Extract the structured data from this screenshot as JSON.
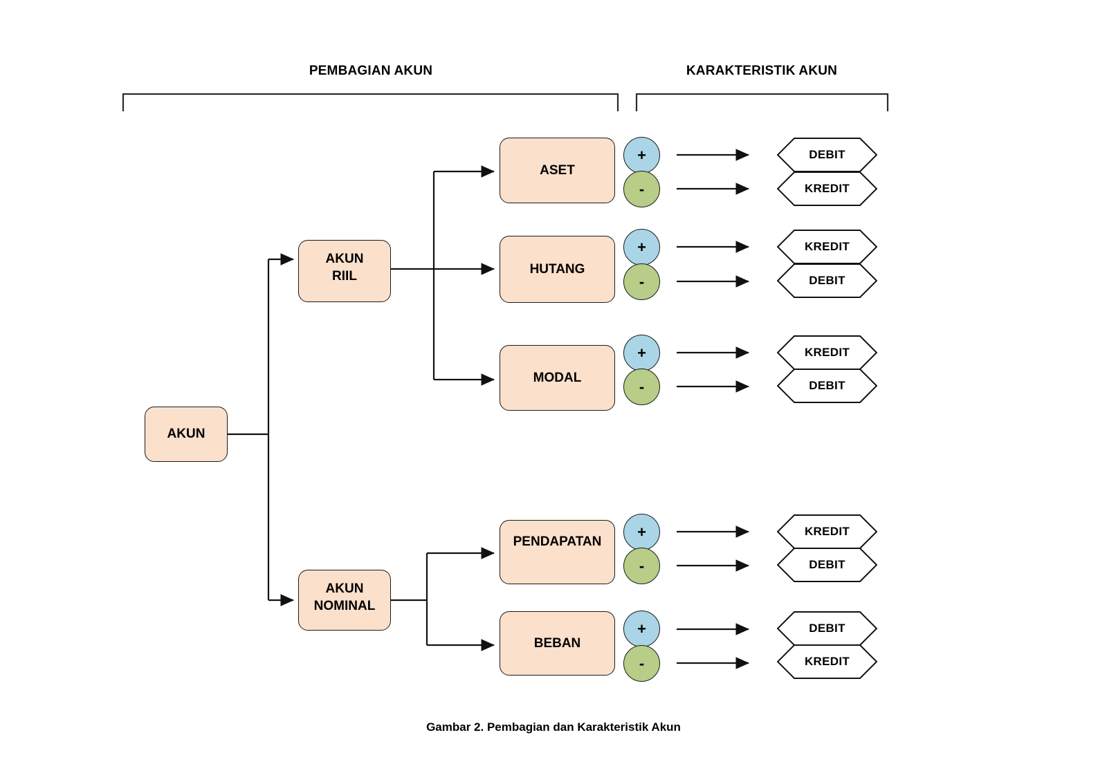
{
  "figure": {
    "caption": "Gambar 2. Pembagian dan Karakteristik Akun",
    "colors": {
      "node_fill": "#fbe0cc",
      "plus_fill": "#a9d5e6",
      "minus_fill": "#b7cd88",
      "hex_fill": "#ffffff",
      "stroke": "#1a1a1a",
      "background": "#ffffff"
    }
  },
  "sections": [
    {
      "id": "pembagian",
      "title": "PEMBAGIAN AKUN"
    },
    {
      "id": "karakteristik",
      "title": "KARAKTERISTIK AKUN"
    }
  ],
  "root": {
    "label": "AKUN"
  },
  "groups": [
    {
      "id": "riil",
      "label": "AKUN\nRIIL"
    },
    {
      "id": "nominal",
      "label": "AKUN\nNOMINAL"
    }
  ],
  "accounts": [
    {
      "id": "aset",
      "label": "ASET",
      "group": "riil",
      "effects": [
        {
          "sign": "+",
          "result": "DEBIT"
        },
        {
          "sign": "-",
          "result": "KREDIT"
        }
      ]
    },
    {
      "id": "hutang",
      "label": "HUTANG",
      "group": "riil",
      "effects": [
        {
          "sign": "+",
          "result": "KREDIT"
        },
        {
          "sign": "-",
          "result": "DEBIT"
        }
      ]
    },
    {
      "id": "modal",
      "label": "MODAL",
      "group": "riil",
      "effects": [
        {
          "sign": "+",
          "result": "KREDIT"
        },
        {
          "sign": "-",
          "result": "DEBIT"
        }
      ]
    },
    {
      "id": "pendapatan",
      "label": "PENDAPATAN",
      "group": "nominal",
      "effects": [
        {
          "sign": "+",
          "result": "KREDIT"
        },
        {
          "sign": "-",
          "result": "DEBIT"
        }
      ]
    },
    {
      "id": "beban",
      "label": "BEBAN",
      "group": "nominal",
      "effects": [
        {
          "sign": "+",
          "result": "DEBIT"
        },
        {
          "sign": "-",
          "result": "KREDIT"
        }
      ]
    }
  ]
}
